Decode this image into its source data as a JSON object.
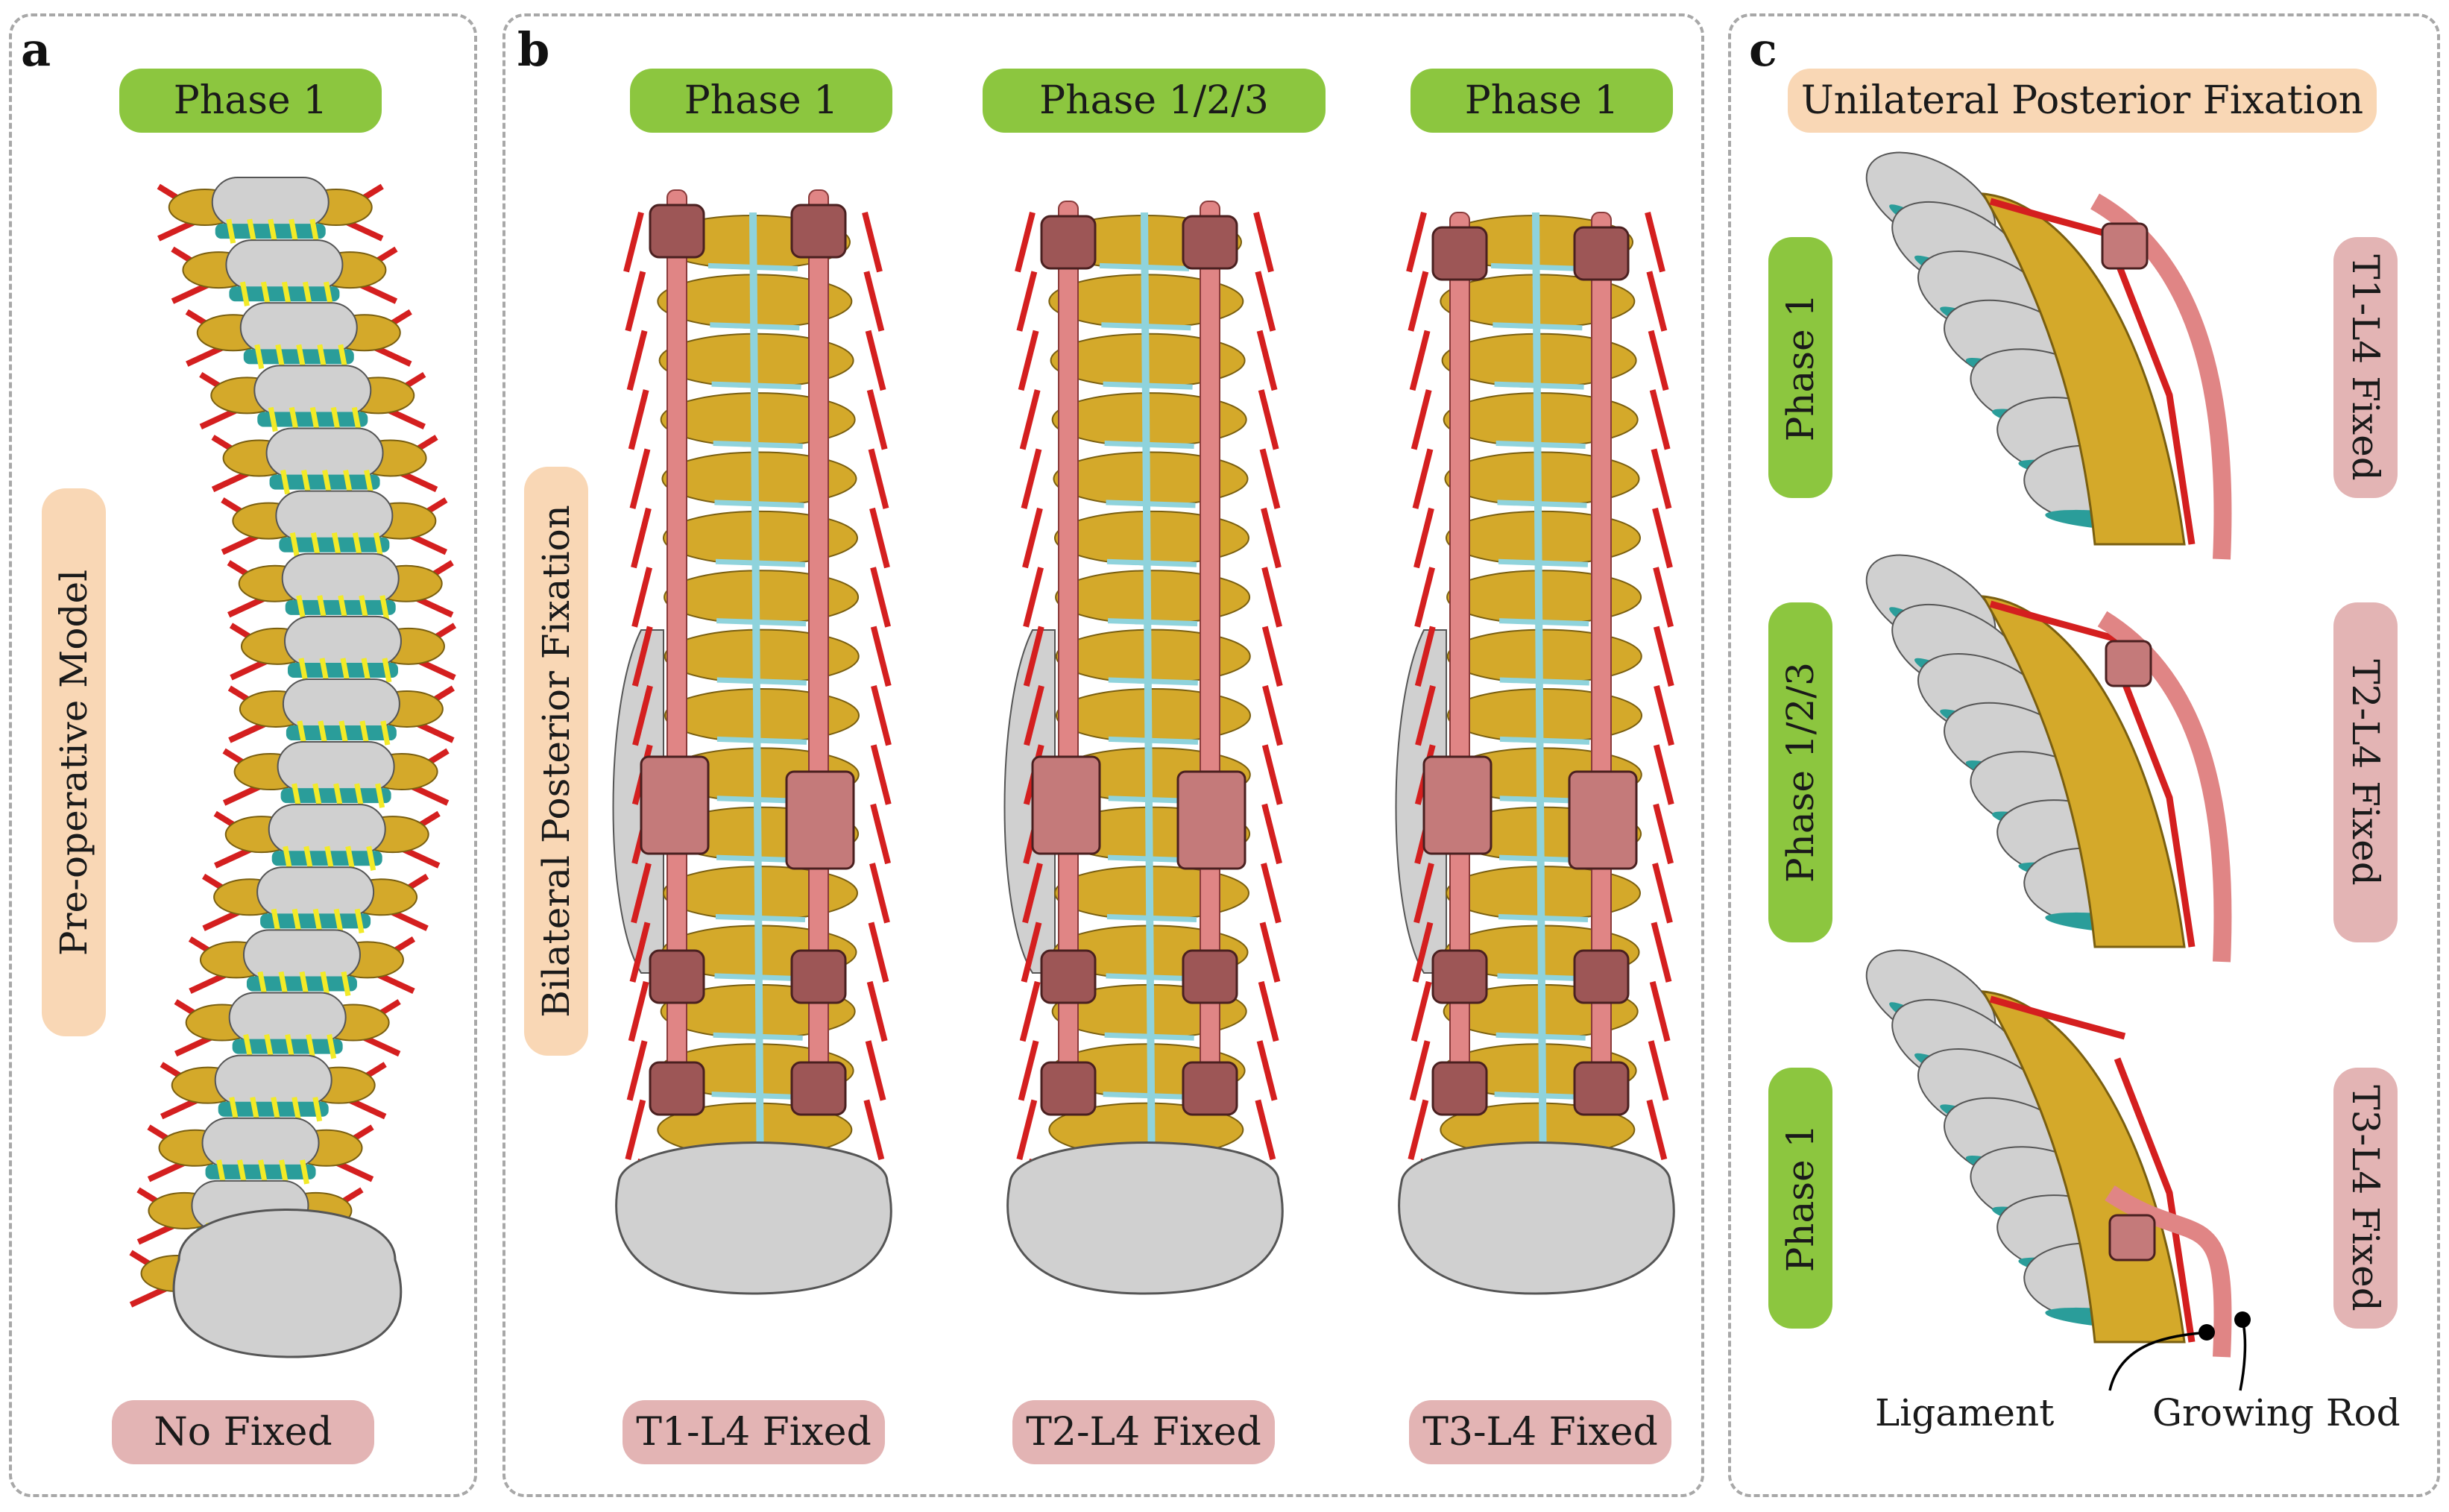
{
  "panels": {
    "a": {
      "letter": "a",
      "header": "Phase 1",
      "side_label": "Pre-operative Model",
      "footer": "No Fixed"
    },
    "b": {
      "letter": "b",
      "side_label": "Bilateral Posterior Fixation",
      "columns": [
        {
          "header": "Phase 1",
          "footer": "T1-L4 Fixed"
        },
        {
          "header": "Phase 1/2/3",
          "footer": "T2-L4 Fixed"
        },
        {
          "header": "Phase 1",
          "footer": "T3-L4 Fixed"
        }
      ]
    },
    "c": {
      "letter": "c",
      "header": "Unilateral Posterior Fixation",
      "rows": [
        {
          "phase": "Phase 1",
          "fixed": "T1-L4 Fixed"
        },
        {
          "phase": "Phase 1/2/3",
          "fixed": "T2-L4 Fixed"
        },
        {
          "phase": "Phase 1",
          "fixed": "T3-L4 Fixed"
        }
      ],
      "callouts": {
        "ligament": "Ligament",
        "rod": "Growing Rod"
      }
    }
  },
  "colors": {
    "phase_pill": "#8cc63f",
    "type_pill": "#f9d7b5",
    "fixed_pill": "#e3b4b4",
    "vertebra": "#d0d0d0",
    "posterior_element": "#d4a92a",
    "disc": "#2a9d9a",
    "ligament": "#d41f1f",
    "rod": "#e08585",
    "marker": "#f2ea28",
    "cord": "#8fd3dc"
  }
}
